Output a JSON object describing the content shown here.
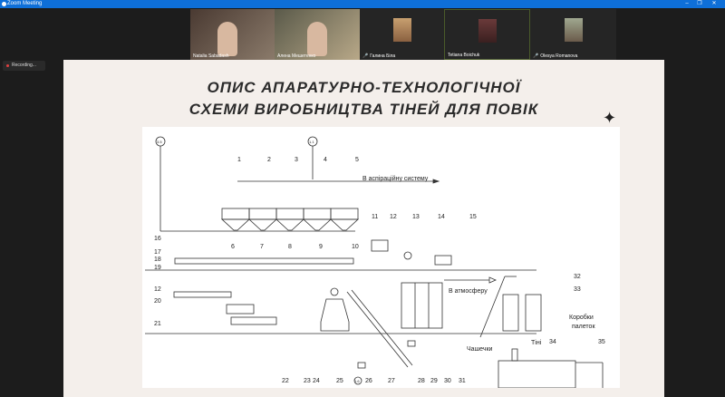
{
  "window": {
    "title": "Zoom Meeting",
    "minimize": "–",
    "restore": "❐",
    "close": "✕"
  },
  "participants": [
    {
      "name": "Natalia Sabadash",
      "video": true
    },
    {
      "name": "Алена Мешетенко",
      "video": true
    },
    {
      "name": "Галина Біла",
      "muted": true
    },
    {
      "name": "Tetiana Boichuk",
      "active": true
    },
    {
      "name": "Olesya Romanova",
      "muted": true
    }
  ],
  "recording": "Recording...",
  "slide": {
    "title_line1": "ОПИС АПАРАТУРНО-ТЕХНОЛОГІЧНОЇ",
    "title_line2": "СХЕМИ ВИРОБНИЦТВА ТІНЕЙ ДЛЯ ПОВІК",
    "star": "✦",
    "diagram": {
      "text_aspiration": "В аспіраційну систему",
      "text_atmosphere": "В атмосферу",
      "text_boxes1": "Коробки",
      "text_boxes2": "палеток",
      "text_shadows": "Тіні",
      "text_cups": "Чашечки",
      "circle_a": "3.5",
      "circle_b": "1.1",
      "circle_c": "1.6",
      "labels": [
        "1",
        "2",
        "3",
        "4",
        "5",
        "6",
        "7",
        "8",
        "9",
        "10",
        "11",
        "12",
        "13",
        "14",
        "15",
        "16",
        "17",
        "18",
        "19",
        "12",
        "20",
        "21",
        "22",
        "23",
        "24",
        "25",
        "26",
        "27",
        "28",
        "29",
        "30",
        "31",
        "32",
        "33",
        "34",
        "35"
      ]
    }
  }
}
